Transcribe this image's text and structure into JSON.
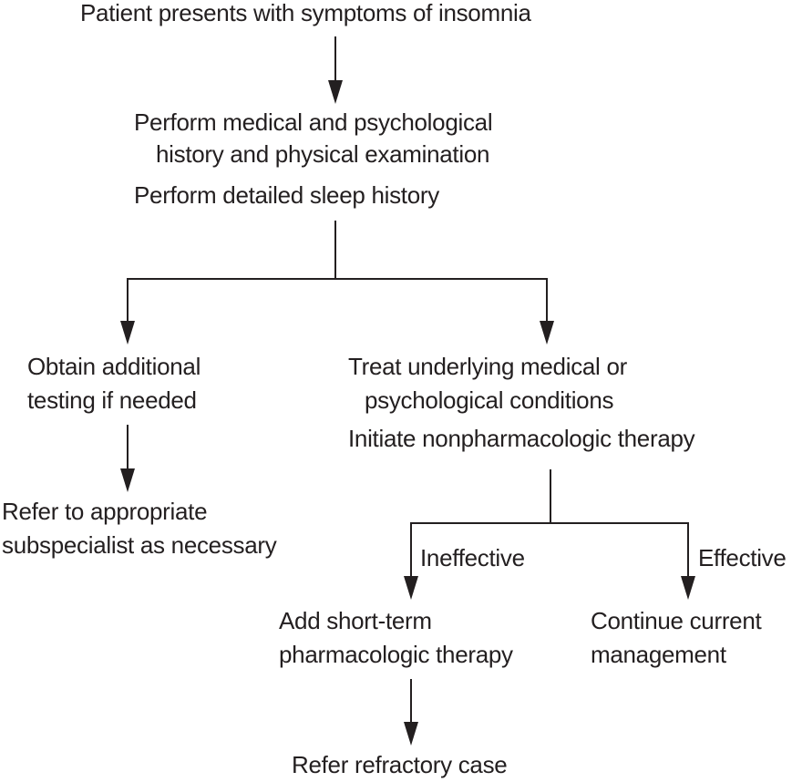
{
  "diagram": {
    "type": "flowchart",
    "subject": "Insomnia management algorithm",
    "colors": {
      "text": "#231f20",
      "lines": "#231f20",
      "background": "#ffffff"
    },
    "nodes": {
      "start": {
        "lines": [
          "Patient presents with symptoms of insomnia"
        ]
      },
      "evaluate": {
        "lines": [
          "Perform medical and psychological",
          "history and physical examination",
          "Perform detailed sleep history"
        ]
      },
      "testing": {
        "lines": [
          "Obtain additional",
          "testing if needed"
        ]
      },
      "refer_specialist": {
        "lines": [
          "Refer to appropriate",
          "subspecialist as necessary"
        ]
      },
      "treat": {
        "lines": [
          "Treat underlying medical or",
          "psychological conditions",
          "Initiate nonpharmacologic therapy"
        ]
      },
      "pharma": {
        "lines": [
          "Add short-term",
          "pharmacologic therapy"
        ]
      },
      "continue": {
        "lines": [
          "Continue current",
          "management"
        ]
      },
      "refractory": {
        "lines": [
          "Refer refractory case"
        ]
      }
    },
    "edge_labels": {
      "ineffective": "Ineffective",
      "effective": "Effective"
    },
    "edges": [
      {
        "from": "start",
        "to": "evaluate"
      },
      {
        "from": "evaluate",
        "to": "testing"
      },
      {
        "from": "evaluate",
        "to": "treat"
      },
      {
        "from": "testing",
        "to": "refer_specialist"
      },
      {
        "from": "treat",
        "to": "pharma",
        "label": "Ineffective"
      },
      {
        "from": "treat",
        "to": "continue",
        "label": "Effective"
      },
      {
        "from": "pharma",
        "to": "refractory"
      }
    ]
  }
}
